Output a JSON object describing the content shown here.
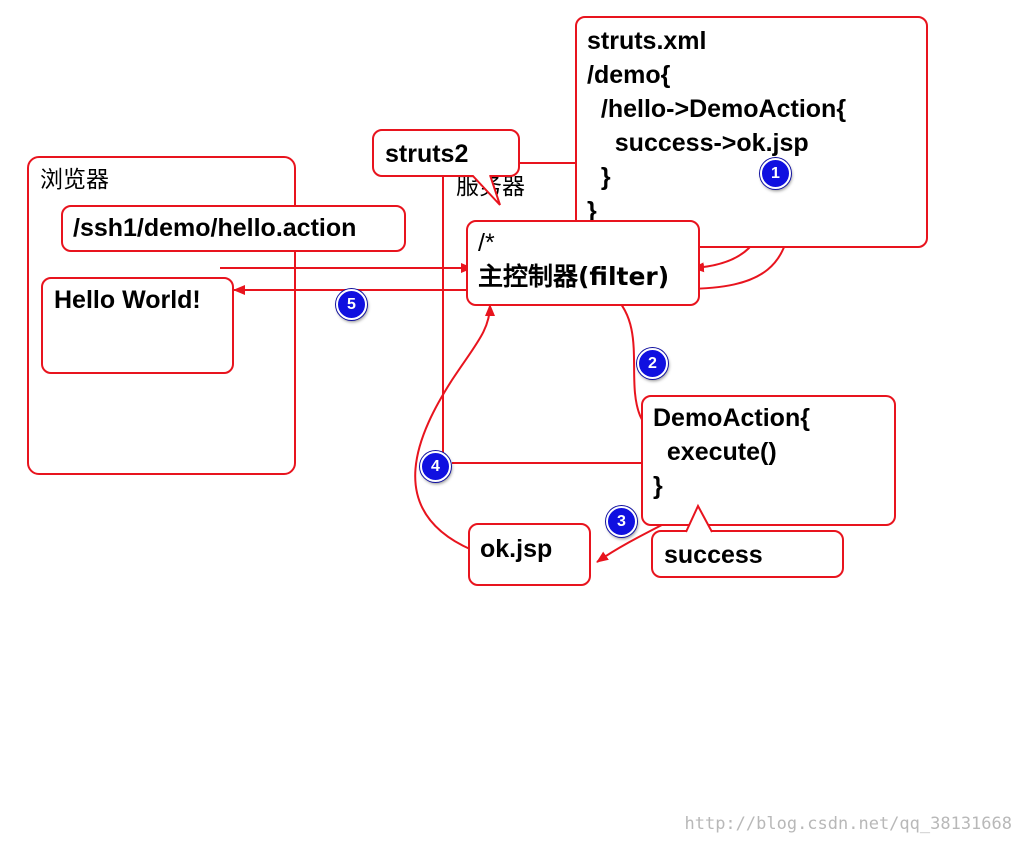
{
  "browser": {
    "title": "浏览器",
    "url": "/ssh1/demo/hello.action",
    "output": "Hello World!"
  },
  "server": {
    "title": "服务器",
    "framework_callout": "struts2"
  },
  "filter": {
    "pattern": "/*",
    "label": "主控制器(filter)"
  },
  "config": {
    "lines": [
      "struts.xml",
      "/demo{",
      "  /hello->DemoAction{",
      "    success->ok.jsp",
      "  }",
      "}"
    ]
  },
  "action": {
    "lines": [
      "DemoAction{",
      "  execute()",
      "}"
    ],
    "result_callout": "success"
  },
  "view": {
    "label": "ok.jsp"
  },
  "steps": [
    "1",
    "2",
    "3",
    "4",
    "5"
  ],
  "colors": {
    "accent": "#e8141e",
    "badge": "#1010e0",
    "watermark": "#b8b8b8"
  },
  "watermark": "http://blog.csdn.net/qq_38131668"
}
